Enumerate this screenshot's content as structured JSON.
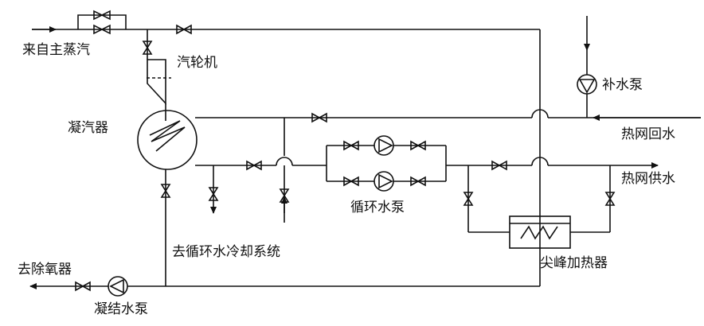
{
  "diagram": {
    "labels": {
      "main_steam": "来自主蒸汽",
      "turbine": "汽轮机",
      "condenser": "凝汽器",
      "makeup_pump": "补水泵",
      "return_water": "热网回水",
      "supply_water": "热网供水",
      "circ_pump": "循环水泵",
      "cooling_system": "去循环水冷却系统",
      "peak_heater": "尖峰加热器",
      "deaerator": "去除氧器",
      "condensate_pump": "凝结水泵"
    }
  }
}
